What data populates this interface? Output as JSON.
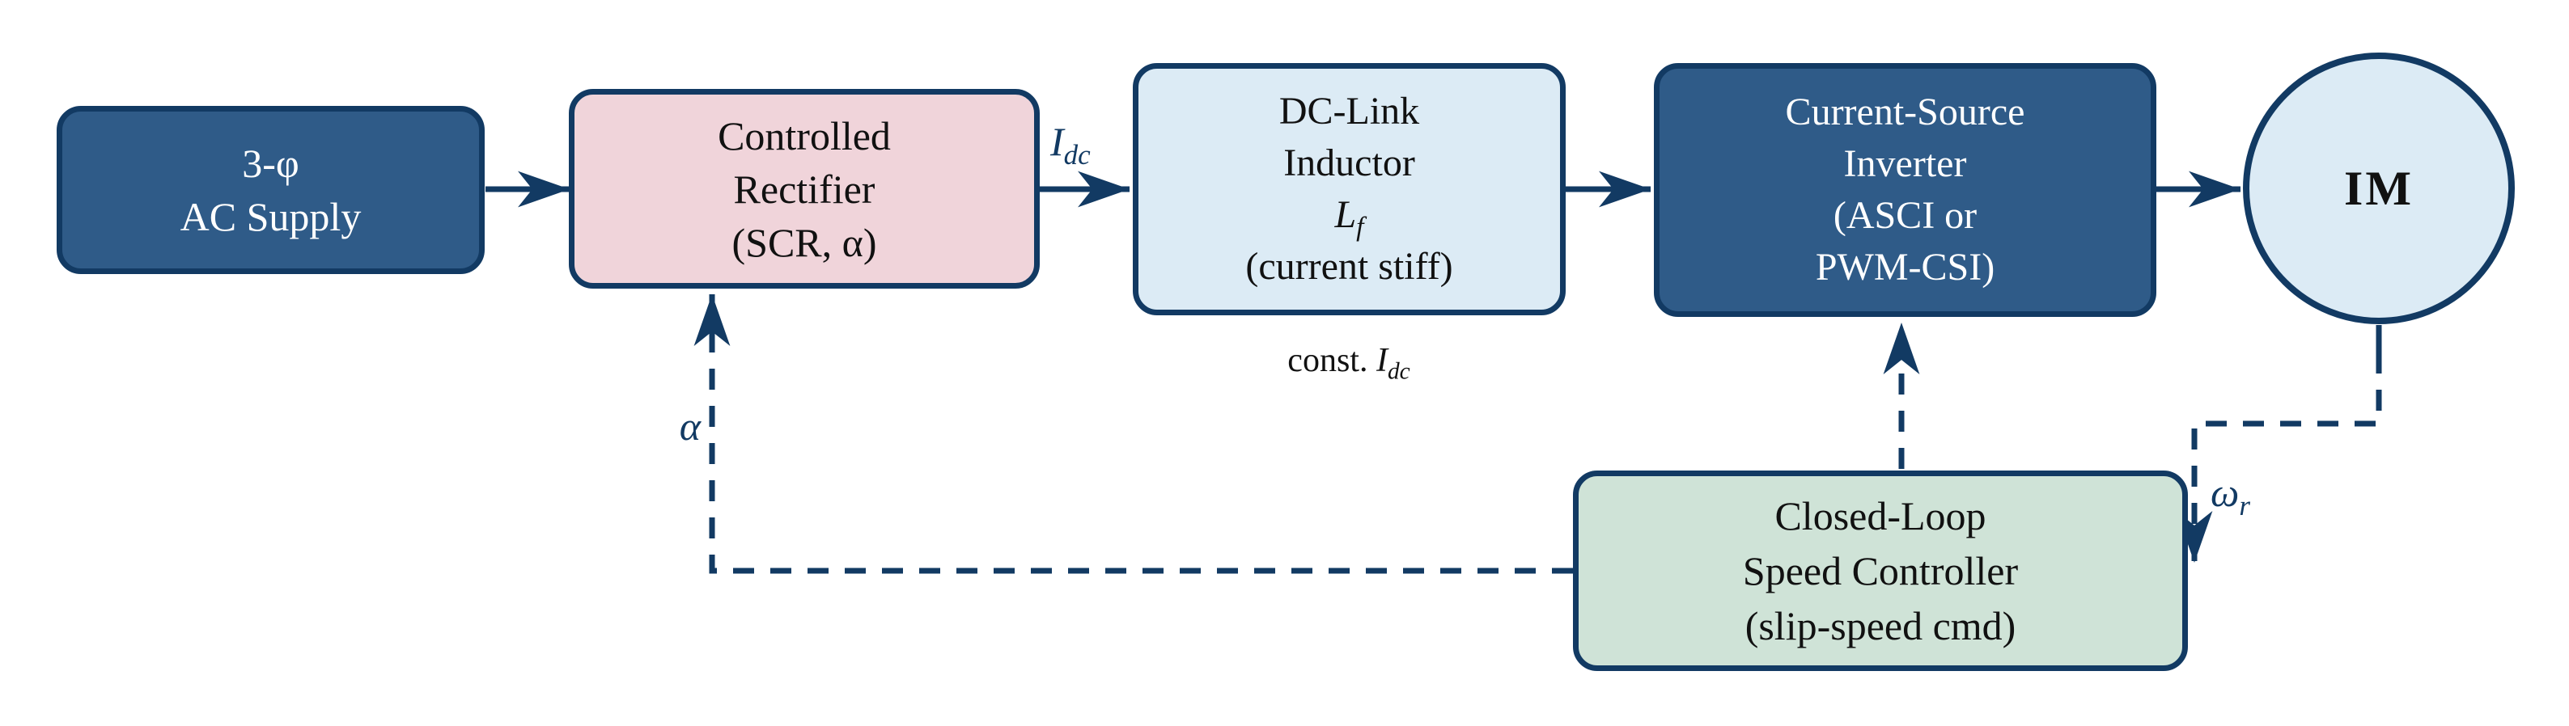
{
  "title": "Current-source inverter induction-motor drive block diagram",
  "colors": {
    "navy": "#123a63",
    "steel": "#2f5b88",
    "pink": "#f0d4da",
    "lightblue": "#dcebf5",
    "green": "#cfe3d7",
    "snow": "#ffffff",
    "ink": "#111111",
    "paper": "#ffffff"
  },
  "boxes": {
    "supply": {
      "lines": [
        "3-φ",
        "AC Supply"
      ]
    },
    "rectifier": {
      "lines": [
        "Controlled",
        "Rectifier",
        "(SCR, α)"
      ]
    },
    "dclink": {
      "lines": [
        "DC-Link",
        "Inductor"
      ],
      "symbol": {
        "main": "L",
        "sub": "f"
      },
      "footer": "(current stiff)"
    },
    "inverter": {
      "lines": [
        "Current-Source",
        "Inverter",
        "(ASCI or",
        "PWM-CSI)"
      ]
    },
    "motor": {
      "label": "IM"
    },
    "controller": {
      "lines": [
        "Closed-Loop",
        "Speed Controller",
        "(slip-speed cmd)"
      ]
    }
  },
  "labels": {
    "idc": {
      "main": "I",
      "sub": "dc"
    },
    "const_idc": {
      "prefix": "const.",
      "main": "I",
      "sub": "dc"
    },
    "alpha": {
      "main": "α"
    },
    "omega_r": {
      "main": "ω",
      "sub": "r"
    }
  }
}
